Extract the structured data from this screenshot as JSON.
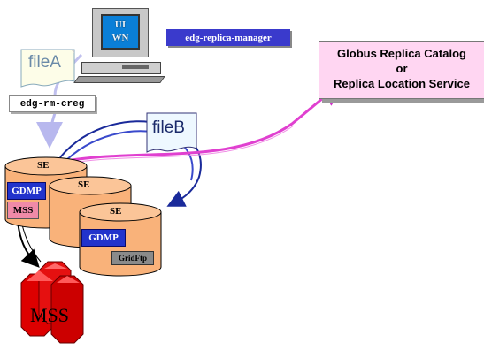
{
  "workstation": {
    "line1": "UI",
    "line2": "WN"
  },
  "commands": {
    "replica_manager": "edg-replica-manager",
    "rm_creg": "edg-rm-creg"
  },
  "files": {
    "fileA": "fileA",
    "fileB": "fileB"
  },
  "catalog": {
    "line1": "Globus Replica Catalog",
    "line2": "or",
    "line3": "Replica Location Service"
  },
  "storage": {
    "se1": {
      "label": "SE",
      "gdmp": "GDMP",
      "mss": "MSS"
    },
    "se2": {
      "label": "SE"
    },
    "se3": {
      "label": "SE",
      "gdmp": "GDMP",
      "gridftp": "GridFtp"
    }
  },
  "mass_storage": {
    "label": "MSS"
  },
  "colors": {
    "se": "#f9b27a",
    "gdmp": "#2233cc",
    "mss": "#dd0000",
    "catalog": "#ffd6f2",
    "link": "#e040d0",
    "flow": "#1a2a9a"
  }
}
